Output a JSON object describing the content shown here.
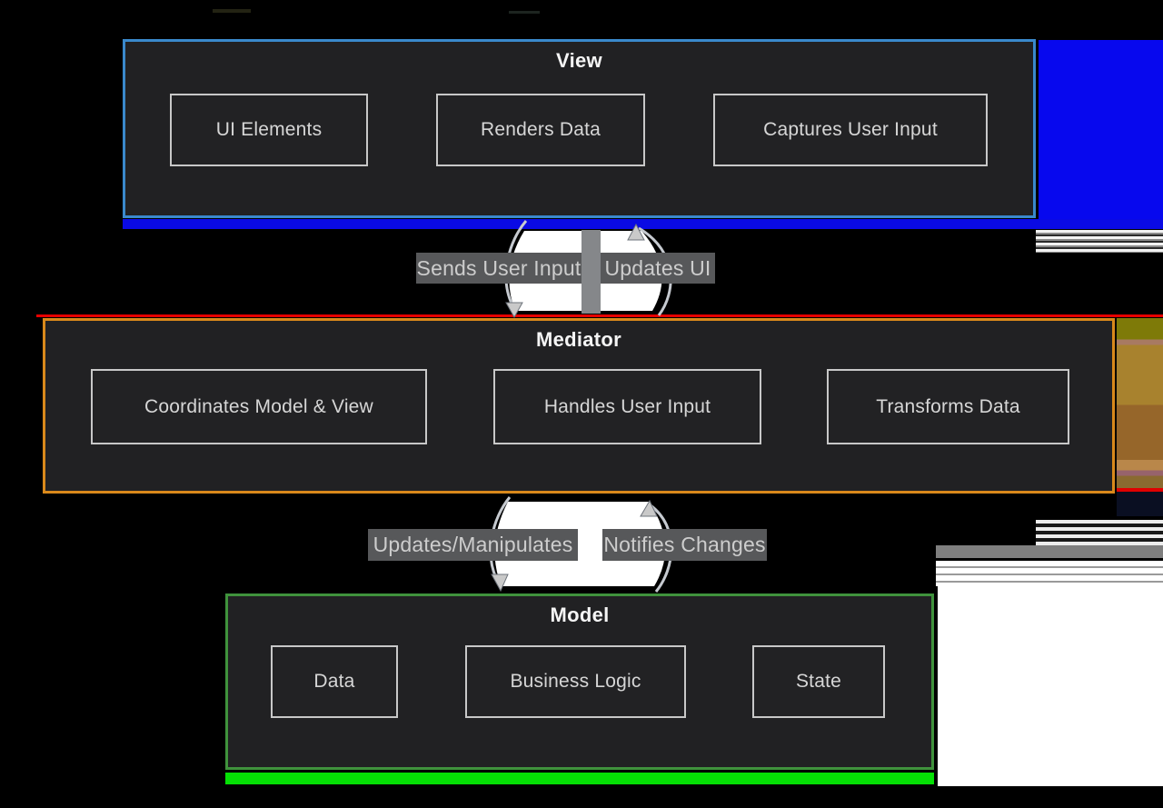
{
  "diagram": {
    "kind": "architecture-diagram",
    "containers": [
      {
        "label": "View",
        "border_color": "#3a89cc",
        "nodes": [
          "UI Elements",
          "Renders Data",
          "Captures User Input"
        ]
      },
      {
        "label": "Mediator",
        "border_color": "#d9891b",
        "nodes": [
          "Coordinates Model & View",
          "Handles User Input",
          "Transforms Data"
        ]
      },
      {
        "label": "Model",
        "border_color": "#3f923c",
        "nodes": [
          "Data",
          "Business Logic",
          "State"
        ]
      }
    ],
    "edges": [
      {
        "from": "View",
        "to": "Mediator",
        "label": "Sends User Input",
        "direction": "down"
      },
      {
        "from": "Mediator",
        "to": "View",
        "label": "Updates UI",
        "direction": "up"
      },
      {
        "from": "Mediator",
        "to": "Model",
        "label": "Updates/Manipulates",
        "direction": "down"
      },
      {
        "from": "Model",
        "to": "Mediator",
        "label": "Notifies Changes",
        "direction": "up"
      }
    ],
    "colors": {
      "background": "#000000",
      "container_fill": "#212123",
      "node_border": "#c8c8c8",
      "node_text": "#d6d6d6",
      "title_text": "#f5f5f5",
      "edge_label_bg": "#57585a",
      "edge_label_text": "#cdcdcd",
      "arrow_stroke": "#c6cad0",
      "artifact_blue": "#0708ee",
      "artifact_green_bar": "#05e005",
      "artifact_red_line": "#e60000",
      "artifact_white": "#ffffff"
    }
  }
}
